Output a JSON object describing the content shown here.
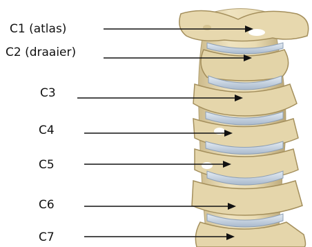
{
  "labels": [
    {
      "id": "c1",
      "text": "C1 (atlas)"
    },
    {
      "id": "c2",
      "text": "C2 (draaier)"
    },
    {
      "id": "c3",
      "text": "C3"
    },
    {
      "id": "c4",
      "text": "C4"
    },
    {
      "id": "c5",
      "text": "C5"
    },
    {
      "id": "c6",
      "text": "C6"
    },
    {
      "id": "c7",
      "text": "C7"
    }
  ],
  "colors": {
    "bone": "#e9dcb6",
    "bone_shade": "#c9b78a",
    "bone_dark": "#9c8a5e",
    "disc": "#c8d6e6",
    "arrow": "#111111",
    "text": "#111111"
  }
}
